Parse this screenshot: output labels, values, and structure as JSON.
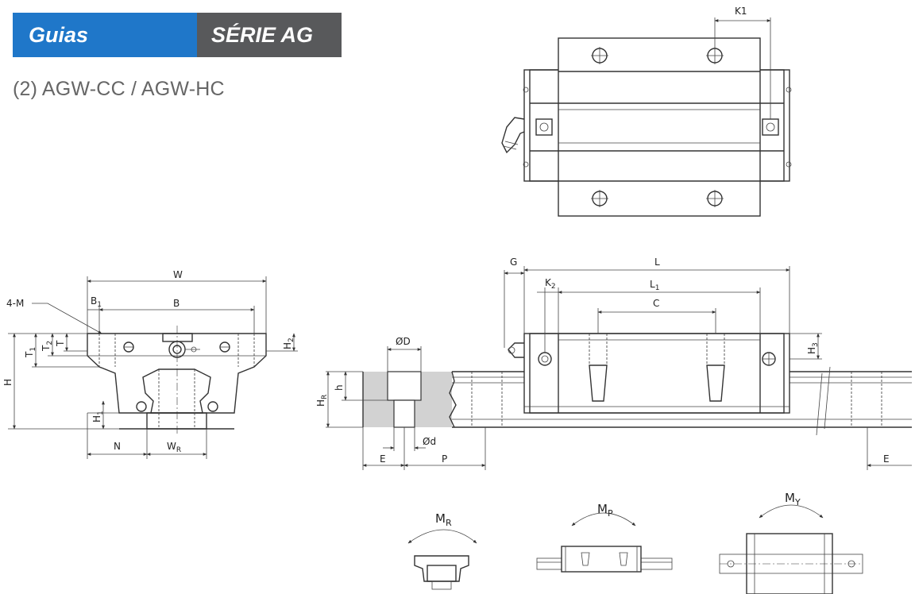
{
  "header": {
    "title": "Guias Lineares",
    "series": "SÉRIE AG"
  },
  "subtitle": "(2) AGW-CC / AGW-HC",
  "labels": {
    "k1": "K1",
    "w": "W",
    "m4": "4-M",
    "b1": "B",
    "b1_sub": "1",
    "b": "B",
    "h": "H",
    "t1": "T",
    "t1_sub": "1",
    "t2": "T",
    "t2_sub": "2",
    "t": "T",
    "h2": "H",
    "h2_sub": "2",
    "h1": "H",
    "h1_sub": "1",
    "n": "N",
    "wr": "W",
    "wr_sub": "R",
    "g": "G",
    "l": "L",
    "k2": "K",
    "k2_sub": "2",
    "l1": "L",
    "l1_sub": "1",
    "c": "C",
    "h3": "H",
    "h3_sub": "3",
    "od": "ØD",
    "hr": "H",
    "hr_sub": "R",
    "hs": "h",
    "odsmall": "Ød",
    "e1": "E",
    "p": "P",
    "e2": "E",
    "mr": "M",
    "mr_sub": "R",
    "mp": "M",
    "mp_sub": "P",
    "my": "M",
    "my_sub": "Y"
  }
}
